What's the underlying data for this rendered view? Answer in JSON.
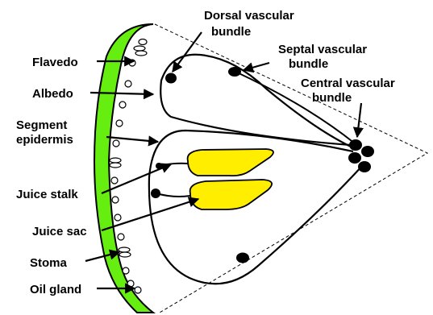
{
  "labels": {
    "flavedo": "Flavedo",
    "albedo": "Albedo",
    "segment_epidermis_1": "Segment",
    "segment_epidermis_2": "epidermis",
    "juice_stalk": "Juice stalk",
    "juice_sac": "Juice sac",
    "stoma": "Stoma",
    "oil_gland": "Oil gland",
    "dorsal_1": "Dorsal vascular",
    "dorsal_2": "bundle",
    "septal_1": "Septal vascular",
    "septal_2": "bundle",
    "central_1": "Central vascular",
    "central_2": "bundle"
  },
  "colors": {
    "peel": "#66ee11",
    "juice_sac": "#ffee00",
    "ink": "#000000",
    "gland": "#ffffff"
  }
}
